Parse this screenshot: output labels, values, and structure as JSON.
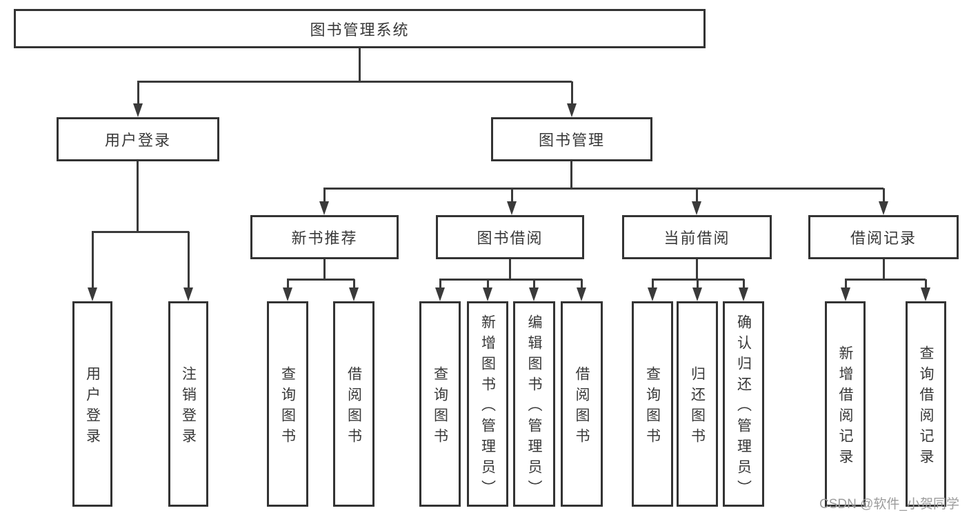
{
  "diagram": {
    "root": "图书管理系统",
    "level2": [
      "用户登录",
      "图书管理"
    ],
    "level3": [
      "新书推荐",
      "图书借阅",
      "当前借阅",
      "借阅记录"
    ],
    "leaves_user": [
      "用户登录",
      "注销登录"
    ],
    "leaves_recommend": [
      "查询图书",
      "借阅图书"
    ],
    "leaves_borrow": [
      "查询图书",
      "新增图书（管理员）",
      "编辑图书（管理员）",
      "借阅图书"
    ],
    "leaves_current": [
      "查询图书",
      "归还图书",
      "确认归还（管理员）"
    ],
    "leaves_records": [
      "新增借阅记录",
      "查询借阅记录"
    ]
  },
  "watermark": "CSDN @软件_小贺同学",
  "colors": {
    "line": "#3a3a3a",
    "box_border": "#333333",
    "text": "#383838",
    "watermark": "#9c9c9c",
    "background": "#ffffff"
  }
}
